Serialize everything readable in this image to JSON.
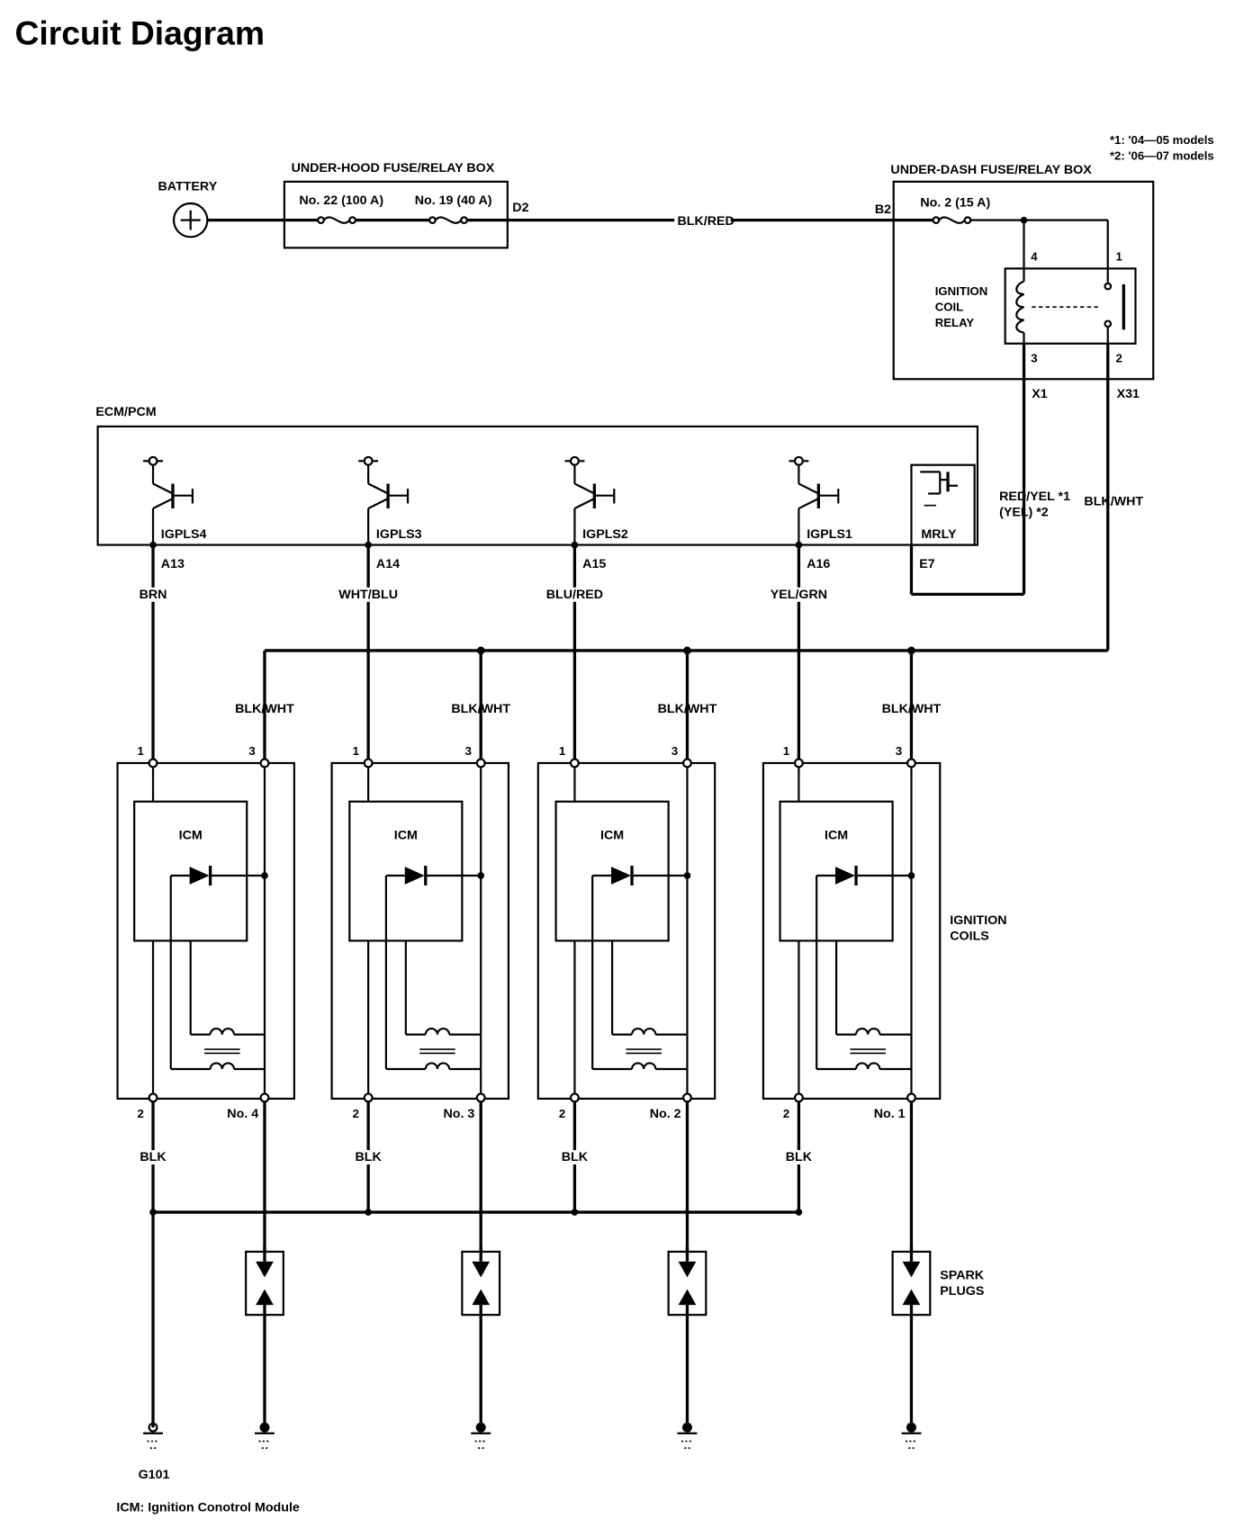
{
  "title": "Circuit Diagram",
  "notes": [
    "*1: '04—05 models",
    "*2: '06—07 models"
  ],
  "battery": "BATTERY",
  "underhood": {
    "title": "UNDER-HOOD FUSE/RELAY BOX",
    "fuse1": "No. 22 (100 A)",
    "fuse2": "No. 19 (40 A)",
    "connector": "D2"
  },
  "wire_main": "BLK/RED",
  "underdash": {
    "title": "UNDER-DASH FUSE/RELAY BOX",
    "connector": "B2",
    "fuse": "No. 2 (15 A)"
  },
  "relay": {
    "name": [
      "IGNITION",
      "COIL",
      "RELAY"
    ],
    "pins": [
      "4",
      "1",
      "3",
      "2"
    ],
    "conn_left": "X1",
    "conn_right": "X31"
  },
  "ecm": {
    "title": "ECM/PCM",
    "mrly": "MRLY",
    "mrly_pin": "E7"
  },
  "relay_wire_left": [
    "RED/YEL *1",
    "(YEL) *2"
  ],
  "relay_wire_right": "BLK/WHT",
  "drivers": [
    {
      "name": "IGPLS4",
      "pin": "A13",
      "wire": "BRN"
    },
    {
      "name": "IGPLS3",
      "pin": "A14",
      "wire": "WHT/BLU"
    },
    {
      "name": "IGPLS2",
      "pin": "A15",
      "wire": "BLU/RED"
    },
    {
      "name": "IGPLS1",
      "pin": "A16",
      "wire": "YEL/GRN"
    }
  ],
  "coil_feed_wire": "BLK/WHT",
  "coils": [
    {
      "module": "ICM",
      "pin1": "1",
      "pin3": "3",
      "pin2": "2",
      "number": "No. 4",
      "ground_wire": "BLK"
    },
    {
      "module": "ICM",
      "pin1": "1",
      "pin3": "3",
      "pin2": "2",
      "number": "No. 3",
      "ground_wire": "BLK"
    },
    {
      "module": "ICM",
      "pin1": "1",
      "pin3": "3",
      "pin2": "2",
      "number": "No. 2",
      "ground_wire": "BLK"
    },
    {
      "module": "ICM",
      "pin1": "1",
      "pin3": "3",
      "pin2": "2",
      "number": "No. 1",
      "ground_wire": "BLK"
    }
  ],
  "ignition_coils_label": [
    "IGNITION",
    "COILS"
  ],
  "spark_plugs_label": [
    "SPARK",
    "PLUGS"
  ],
  "ground": "G101",
  "footnote": "ICM: Ignition Conotrol Module"
}
